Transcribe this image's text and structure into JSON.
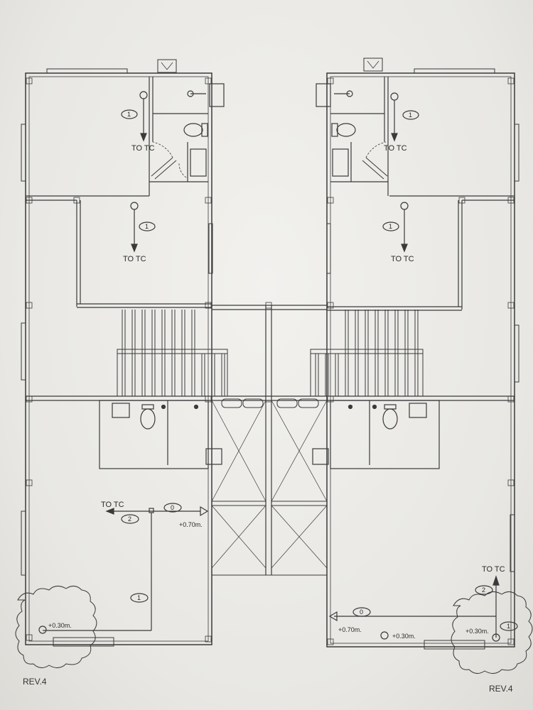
{
  "drawing": {
    "pipe_labels": {
      "to_tc": "TO TC",
      "num_0": "0",
      "num_1": "1",
      "num_2": "2"
    },
    "levels": {
      "plus_070": "+0.70m.",
      "plus_030": "+0.30m."
    },
    "revision": "REV.4"
  },
  "colors": {
    "line": "#3a3a3a",
    "paper": "#ecebe8",
    "light_line": "#7a7a7a"
  }
}
